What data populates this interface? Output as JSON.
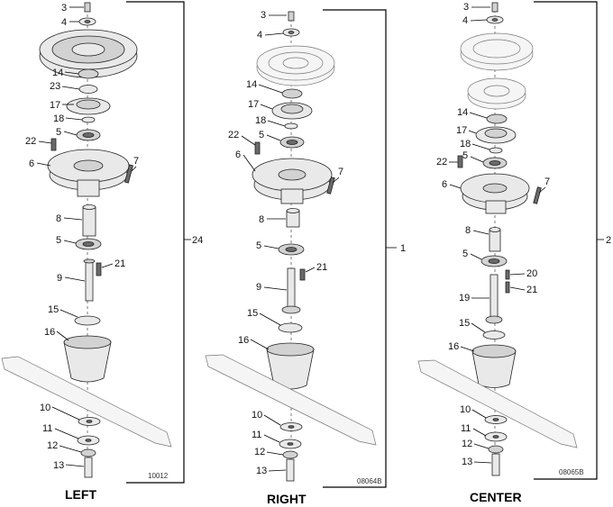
{
  "assemblies": {
    "left": {
      "caption": "LEFT",
      "code": "10012",
      "bracket_ref": "24",
      "labels": [
        "3",
        "4",
        "14",
        "23",
        "17",
        "18",
        "5",
        "22",
        "6",
        "7",
        "8",
        "5",
        "9",
        "21",
        "15",
        "16",
        "10",
        "11",
        "12",
        "13"
      ]
    },
    "right": {
      "caption": "RIGHT",
      "code": "08064B",
      "bracket_ref": "1",
      "labels": [
        "3",
        "4",
        "14",
        "17",
        "18",
        "5",
        "22",
        "6",
        "7",
        "8",
        "5",
        "21",
        "9",
        "15",
        "16",
        "10",
        "11",
        "12",
        "13"
      ]
    },
    "center": {
      "caption": "CENTER",
      "code": "08065B",
      "bracket_ref": "2",
      "labels": [
        "3",
        "4",
        "14",
        "17",
        "18",
        "5",
        "22",
        "6",
        "7",
        "8",
        "5",
        "20",
        "21",
        "19",
        "15",
        "16",
        "10",
        "11",
        "12",
        "13"
      ]
    }
  }
}
